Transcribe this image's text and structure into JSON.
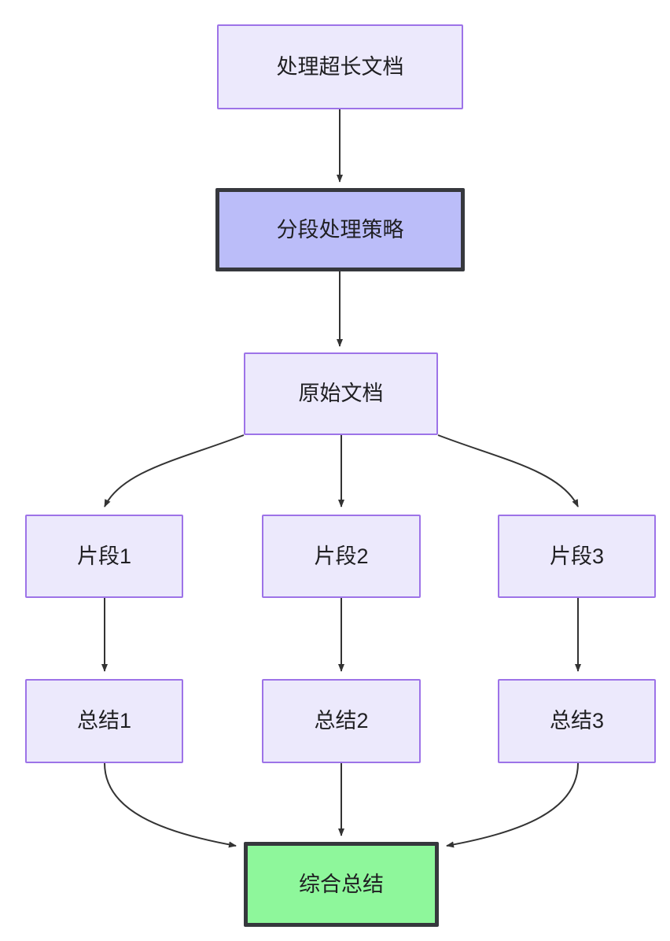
{
  "diagram": {
    "type": "flowchart",
    "direction": "top-down",
    "background_color": "#ffffff",
    "palette": {
      "node_fill": "#ECE9FC",
      "node_border": "#9D73E8",
      "accent_fill": "#BBBDF9",
      "accent_border": "#36383D",
      "result_fill": "#8EF79B",
      "result_border": "#36383D",
      "edge_color": "#333333",
      "text_color": "#1f1f22"
    },
    "nodes": [
      {
        "id": "source",
        "label": "处理超长文档",
        "style": "plain"
      },
      {
        "id": "strategy",
        "label": "分段处理策略",
        "style": "accent"
      },
      {
        "id": "original",
        "label": "原始文档",
        "style": "plain"
      },
      {
        "id": "chunk1",
        "label": "片段1",
        "style": "plain"
      },
      {
        "id": "chunk2",
        "label": "片段2",
        "style": "plain"
      },
      {
        "id": "chunk3",
        "label": "片段3",
        "style": "plain"
      },
      {
        "id": "summary1",
        "label": "总结1",
        "style": "plain"
      },
      {
        "id": "summary2",
        "label": "总结2",
        "style": "plain"
      },
      {
        "id": "summary3",
        "label": "总结3",
        "style": "plain"
      },
      {
        "id": "final",
        "label": "综合总结",
        "style": "result"
      }
    ],
    "edges": [
      {
        "from": "source",
        "to": "strategy",
        "shape": "straight"
      },
      {
        "from": "strategy",
        "to": "original",
        "shape": "straight"
      },
      {
        "from": "original",
        "to": "chunk1",
        "shape": "curve"
      },
      {
        "from": "original",
        "to": "chunk2",
        "shape": "straight"
      },
      {
        "from": "original",
        "to": "chunk3",
        "shape": "curve"
      },
      {
        "from": "chunk1",
        "to": "summary1",
        "shape": "straight"
      },
      {
        "from": "chunk2",
        "to": "summary2",
        "shape": "straight"
      },
      {
        "from": "chunk3",
        "to": "summary3",
        "shape": "straight"
      },
      {
        "from": "summary1",
        "to": "final",
        "shape": "curve"
      },
      {
        "from": "summary2",
        "to": "final",
        "shape": "straight"
      },
      {
        "from": "summary3",
        "to": "final",
        "shape": "curve"
      }
    ]
  }
}
